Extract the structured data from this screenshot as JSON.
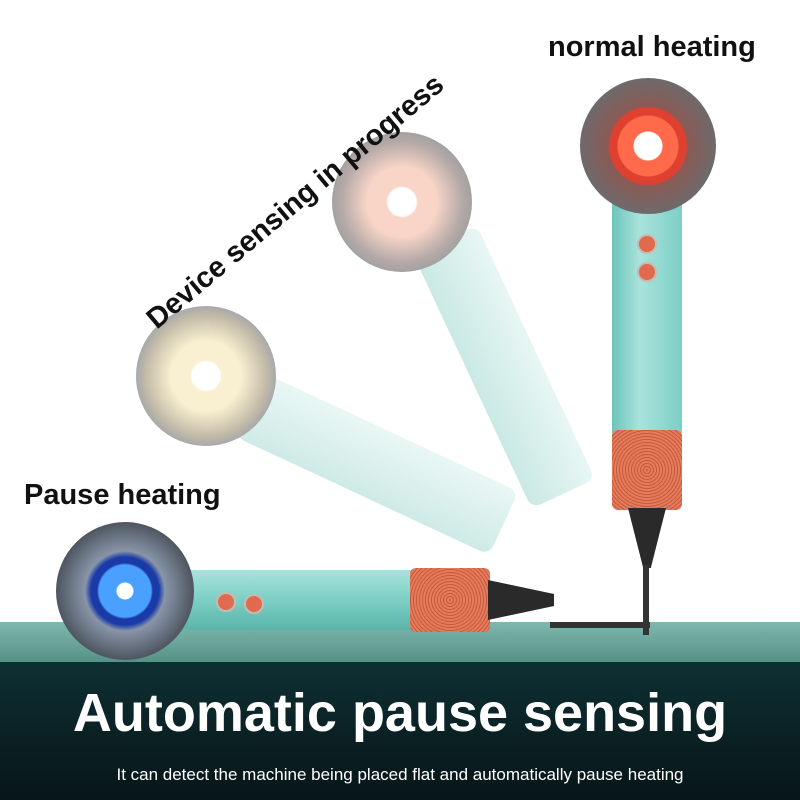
{
  "labels": {
    "normal": "normal heating",
    "sensing": "Device sensing in progress",
    "pause": "Pause heating"
  },
  "banner": {
    "title": "Automatic pause sensing",
    "subtitle": "It can detect the machine being placed flat and automatically pause heating"
  },
  "colors": {
    "handle": "#7ccfc5",
    "grille": "#e47b5a",
    "banner": "#0e3033",
    "table": "#6aa69b"
  }
}
